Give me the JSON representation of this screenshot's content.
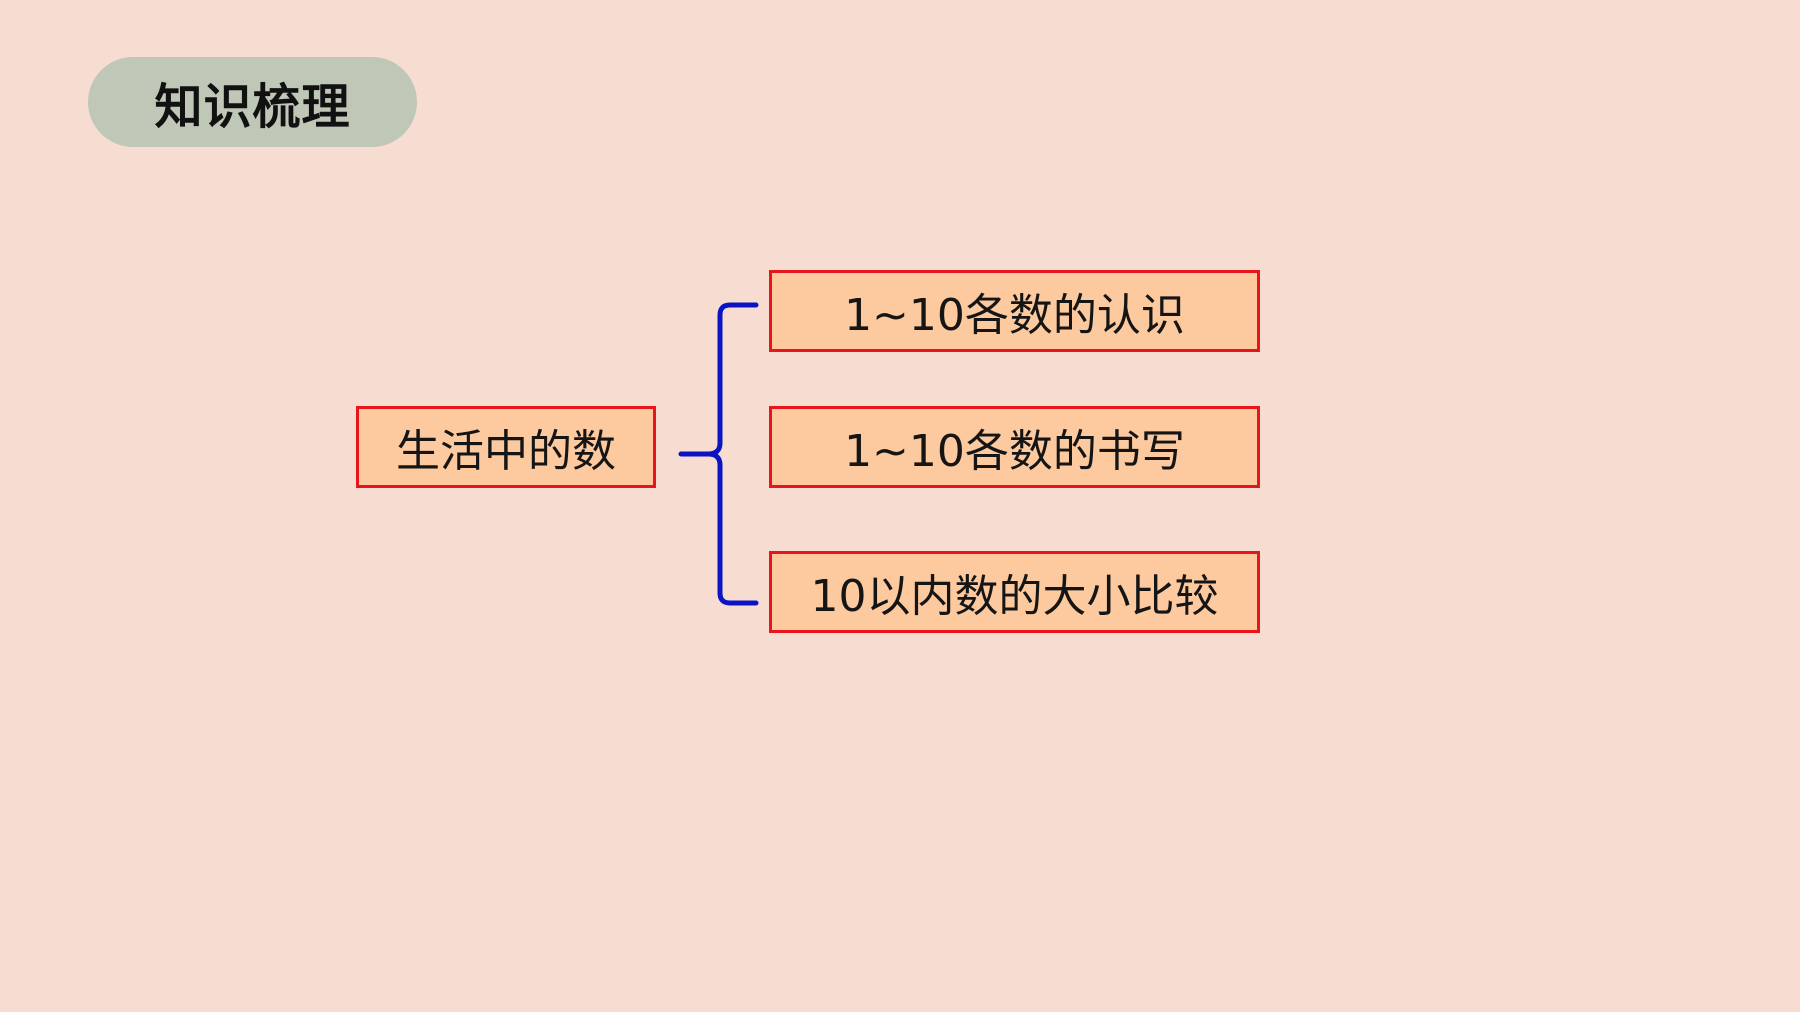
{
  "slide": {
    "title": "知识梳理",
    "colors": {
      "background": "#f7ddd1",
      "title_pill": "#bfc7b7",
      "box_fill": "#fdc99e",
      "box_border": "#e8161b",
      "brace": "#0b14c4"
    }
  },
  "diagram": {
    "root": "生活中的数",
    "children": [
      "1~10各数的认识",
      "1~10各数的书写",
      "10以内数的大小比较"
    ]
  }
}
